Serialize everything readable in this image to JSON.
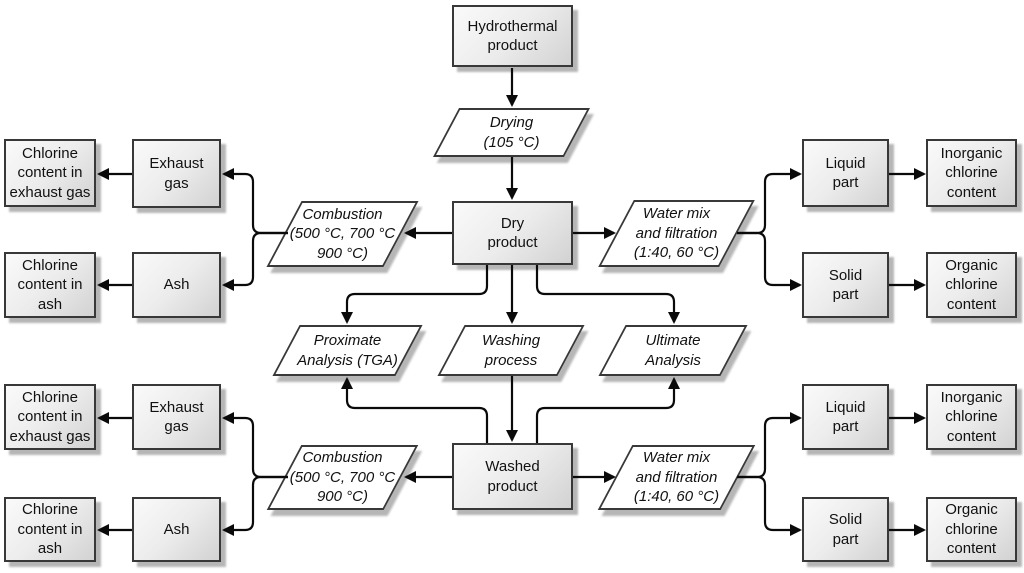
{
  "diagram": {
    "type": "flowchart",
    "palette": {
      "background": "#ffffff",
      "box_border": "#383838",
      "box_fill_light": "#fafafa",
      "box_fill_dark": "#d2d2d2",
      "parallelogram_fill": "#ffffff",
      "connector": "#0a0a0a",
      "shadow": "#b6b6b6",
      "text": "#111111"
    },
    "nodes": {
      "hydrothermal_product": {
        "shape": "box",
        "label": "Hydrothermal\nproduct"
      },
      "drying": {
        "shape": "parallelogram",
        "label": "Drying\n(105 °C)"
      },
      "dry_product": {
        "shape": "box",
        "label": "Dry\nproduct"
      },
      "combustion_top": {
        "shape": "parallelogram",
        "label": "Combustion\n(500 °C, 700 °C\n900 °C)"
      },
      "water_mix_top": {
        "shape": "parallelogram",
        "label": "Water mix\nand filtration\n(1:40, 60 °C)"
      },
      "exhaust_gas_top": {
        "shape": "box",
        "label": "Exhaust\ngas"
      },
      "ash_top": {
        "shape": "box",
        "label": "Ash"
      },
      "chlorine_exhaust_top": {
        "shape": "box",
        "label": "Chlorine\ncontent in\nexhaust gas"
      },
      "chlorine_ash_top": {
        "shape": "box",
        "label": "Chlorine\ncontent in\nash"
      },
      "liquid_part_top": {
        "shape": "box",
        "label": "Liquid\npart"
      },
      "solid_part_top": {
        "shape": "box",
        "label": "Solid\npart"
      },
      "inorganic_chlorine_top": {
        "shape": "box",
        "label": "Inorganic\nchlorine\ncontent"
      },
      "organic_chlorine_top": {
        "shape": "box",
        "label": "Organic\nchlorine\ncontent"
      },
      "proximate_analysis": {
        "shape": "parallelogram",
        "label": "Proximate\nAnalysis (TGA)"
      },
      "washing_process": {
        "shape": "parallelogram",
        "label": "Washing\nprocess"
      },
      "ultimate_analysis": {
        "shape": "parallelogram",
        "label": "Ultimate\nAnalysis"
      },
      "washed_product": {
        "shape": "box",
        "label": "Washed\nproduct"
      },
      "combustion_bottom": {
        "shape": "parallelogram",
        "label": "Combustion\n(500 °C, 700 °C\n900 °C)"
      },
      "water_mix_bottom": {
        "shape": "parallelogram",
        "label": "Water mix\nand filtration\n(1:40, 60 °C)"
      },
      "exhaust_gas_bottom": {
        "shape": "box",
        "label": "Exhaust\ngas"
      },
      "ash_bottom": {
        "shape": "box",
        "label": "Ash"
      },
      "chlorine_exhaust_bottom": {
        "shape": "box",
        "label": "Chlorine\ncontent in\nexhaust gas"
      },
      "chlorine_ash_bottom": {
        "shape": "box",
        "label": "Chlorine\ncontent in\nash"
      },
      "liquid_part_bottom": {
        "shape": "box",
        "label": "Liquid\npart"
      },
      "solid_part_bottom": {
        "shape": "box",
        "label": "Solid\npart"
      },
      "inorganic_chlorine_bottom": {
        "shape": "box",
        "label": "Inorganic\nchlorine\ncontent"
      },
      "organic_chlorine_bottom": {
        "shape": "box",
        "label": "Organic\nchlorine\ncontent"
      }
    },
    "edges": [
      {
        "from": "hydrothermal_product",
        "to": "drying"
      },
      {
        "from": "drying",
        "to": "dry_product"
      },
      {
        "from": "dry_product",
        "to": "combustion_top"
      },
      {
        "from": "dry_product",
        "to": "water_mix_top"
      },
      {
        "from": "dry_product",
        "to": "proximate_analysis"
      },
      {
        "from": "dry_product",
        "to": "washing_process"
      },
      {
        "from": "dry_product",
        "to": "ultimate_analysis"
      },
      {
        "from": "combustion_top",
        "to": "exhaust_gas_top"
      },
      {
        "from": "combustion_top",
        "to": "ash_top"
      },
      {
        "from": "exhaust_gas_top",
        "to": "chlorine_exhaust_top"
      },
      {
        "from": "ash_top",
        "to": "chlorine_ash_top"
      },
      {
        "from": "water_mix_top",
        "to": "liquid_part_top"
      },
      {
        "from": "water_mix_top",
        "to": "solid_part_top"
      },
      {
        "from": "liquid_part_top",
        "to": "inorganic_chlorine_top"
      },
      {
        "from": "solid_part_top",
        "to": "organic_chlorine_top"
      },
      {
        "from": "washing_process",
        "to": "washed_product"
      },
      {
        "from": "washed_product",
        "to": "proximate_analysis"
      },
      {
        "from": "washed_product",
        "to": "ultimate_analysis"
      },
      {
        "from": "washed_product",
        "to": "combustion_bottom"
      },
      {
        "from": "washed_product",
        "to": "water_mix_bottom"
      },
      {
        "from": "combustion_bottom",
        "to": "exhaust_gas_bottom"
      },
      {
        "from": "combustion_bottom",
        "to": "ash_bottom"
      },
      {
        "from": "exhaust_gas_bottom",
        "to": "chlorine_exhaust_bottom"
      },
      {
        "from": "ash_bottom",
        "to": "chlorine_ash_bottom"
      },
      {
        "from": "water_mix_bottom",
        "to": "liquid_part_bottom"
      },
      {
        "from": "water_mix_bottom",
        "to": "solid_part_bottom"
      },
      {
        "from": "liquid_part_bottom",
        "to": "inorganic_chlorine_bottom"
      },
      {
        "from": "solid_part_bottom",
        "to": "organic_chlorine_bottom"
      }
    ]
  }
}
